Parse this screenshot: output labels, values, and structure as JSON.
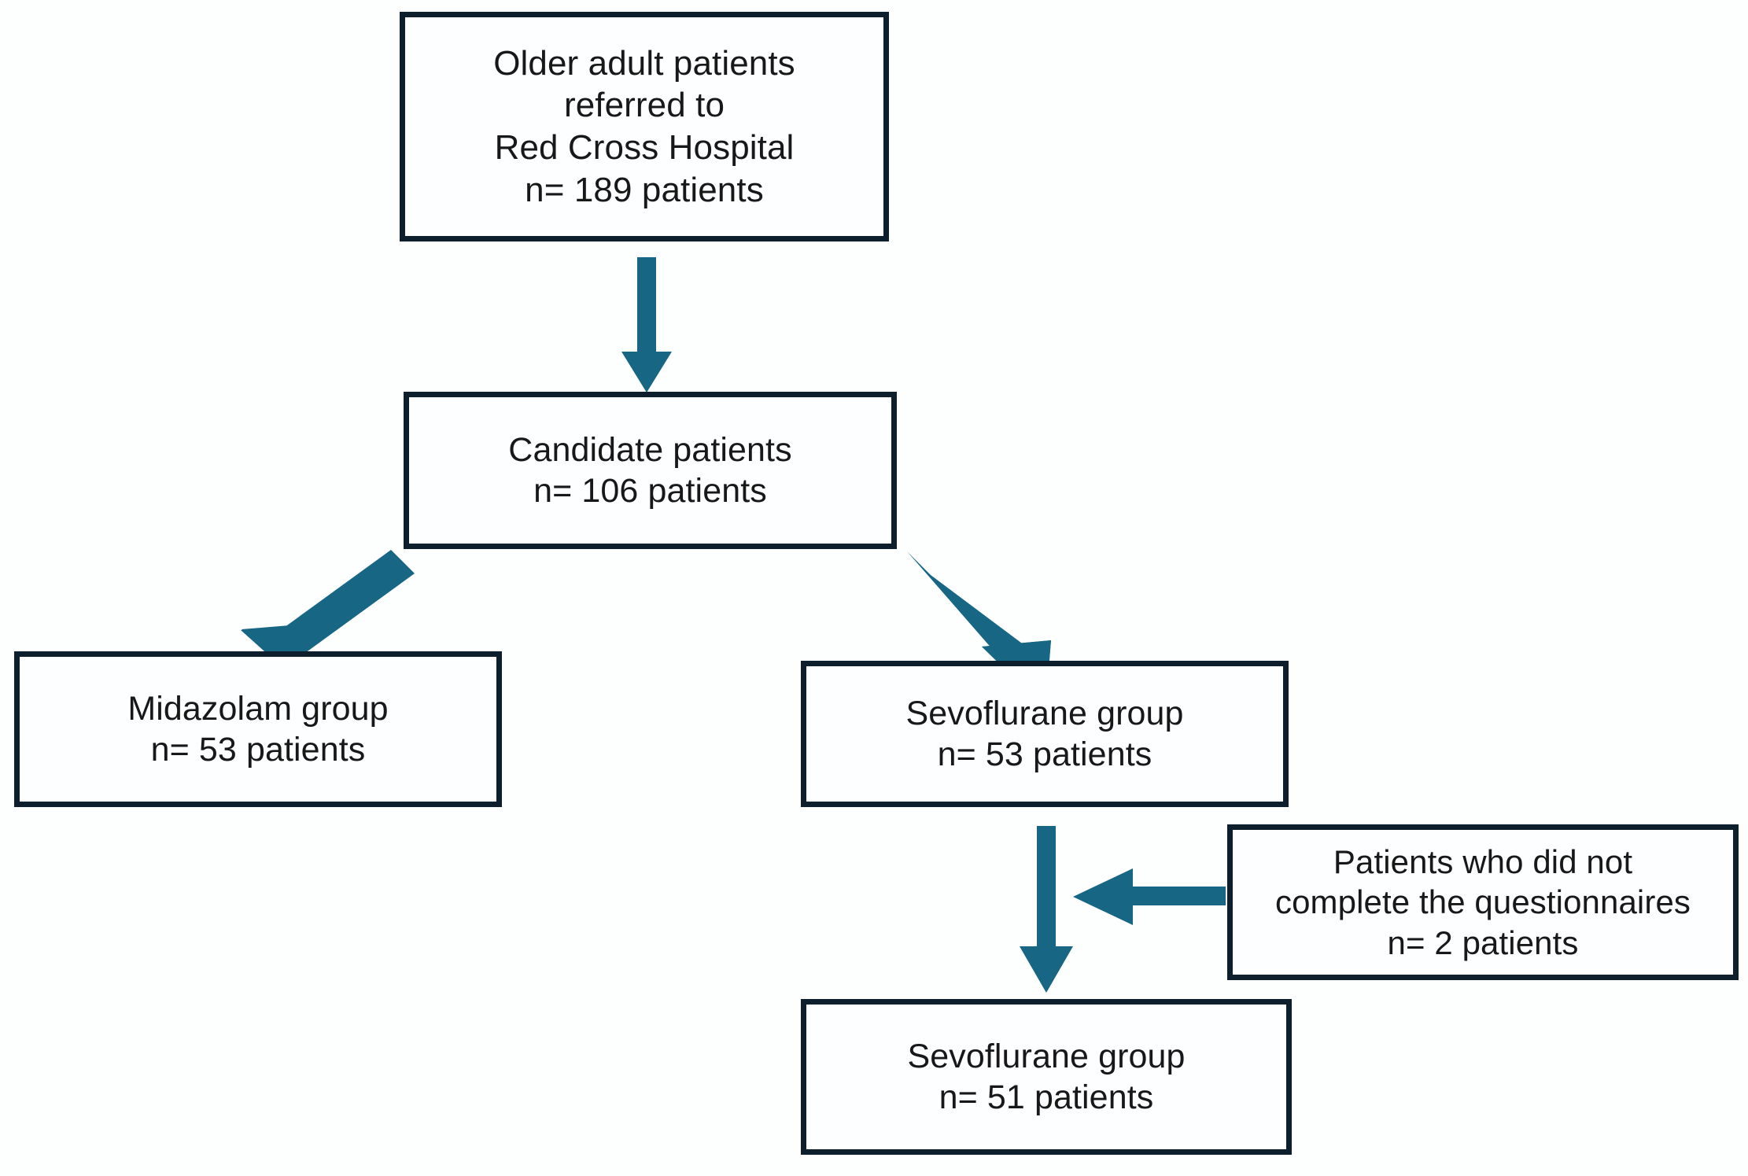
{
  "diagram": {
    "type": "study-flow-chart",
    "title": "",
    "accent_color": "#176684",
    "border_color": "#0d1f2d",
    "background_color": "#fdfeff",
    "text_color": "#181818",
    "nodes": [
      {
        "id": "referred",
        "name": "older-adult-patients-referred",
        "text": "Older adult patients\nreferred to\nRed Cross Hospital\nn= 189 patients",
        "label": "Older adult patients referred to Red Cross Hospital",
        "n": 189,
        "n_text": "n= 189 patients"
      },
      {
        "id": "candidate",
        "name": "candidate-patients",
        "text": "Candidate patients\nn= 106 patients",
        "label": "Candidate patients",
        "n": 106,
        "n_text": "n= 106 patients"
      },
      {
        "id": "midazolam",
        "name": "midazolam-group",
        "text": "Midazolam group\nn= 53 patients",
        "label": "Midazolam group",
        "n": 53,
        "n_text": "n= 53 patients"
      },
      {
        "id": "sevoflurane_53",
        "name": "sevoflurane-group-allocated",
        "text": "Sevoflurane group\nn= 53 patients",
        "label": "Sevoflurane group",
        "n": 53,
        "n_text": "n= 53 patients"
      },
      {
        "id": "excluded",
        "name": "patients-who-did-not-complete-questionnaires",
        "text": "Patients who did not\ncomplete the questionnaires\nn= 2 patients",
        "label": "Patients who did not complete the questionnaires",
        "n": 2,
        "n_text": "n= 2 patients"
      },
      {
        "id": "sevoflurane_51",
        "name": "sevoflurane-group-analyzed",
        "text": "Sevoflurane group\nn= 51 patients",
        "label": "Sevoflurane group",
        "n": 51,
        "n_text": "n= 51 patients"
      }
    ],
    "edges": [
      {
        "id": "e1",
        "name": "arrow-referred-to-candidate",
        "from": "referred",
        "to": "candidate",
        "direction": "down"
      },
      {
        "id": "e2",
        "name": "arrow-candidate-to-midazolam",
        "from": "candidate",
        "to": "midazolam",
        "direction": "down-left"
      },
      {
        "id": "e3",
        "name": "arrow-candidate-to-sevoflurane",
        "from": "candidate",
        "to": "sevoflurane_53",
        "direction": "down-right"
      },
      {
        "id": "e4",
        "name": "arrow-sevoflurane-to-analyzed",
        "from": "sevoflurane_53",
        "to": "sevoflurane_51",
        "direction": "down"
      },
      {
        "id": "e5",
        "name": "arrow-excluded-to-flow",
        "from": "excluded",
        "to": "e4",
        "direction": "left"
      }
    ]
  }
}
